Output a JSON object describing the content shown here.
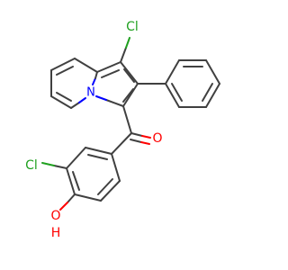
{
  "molecule": {
    "atoms": {
      "cl_top": "Cl",
      "n_ring": "N",
      "o_carbonyl": "O",
      "cl_lower": "Cl",
      "o_hydroxyl": "O",
      "h_hydroxyl": "H"
    },
    "colors": {
      "carbon_bond": "#404040",
      "chlorine": "#1fa01f",
      "oxygen": "#ff0000",
      "nitrogen": "#0000ff",
      "background": "#ffffff"
    }
  }
}
